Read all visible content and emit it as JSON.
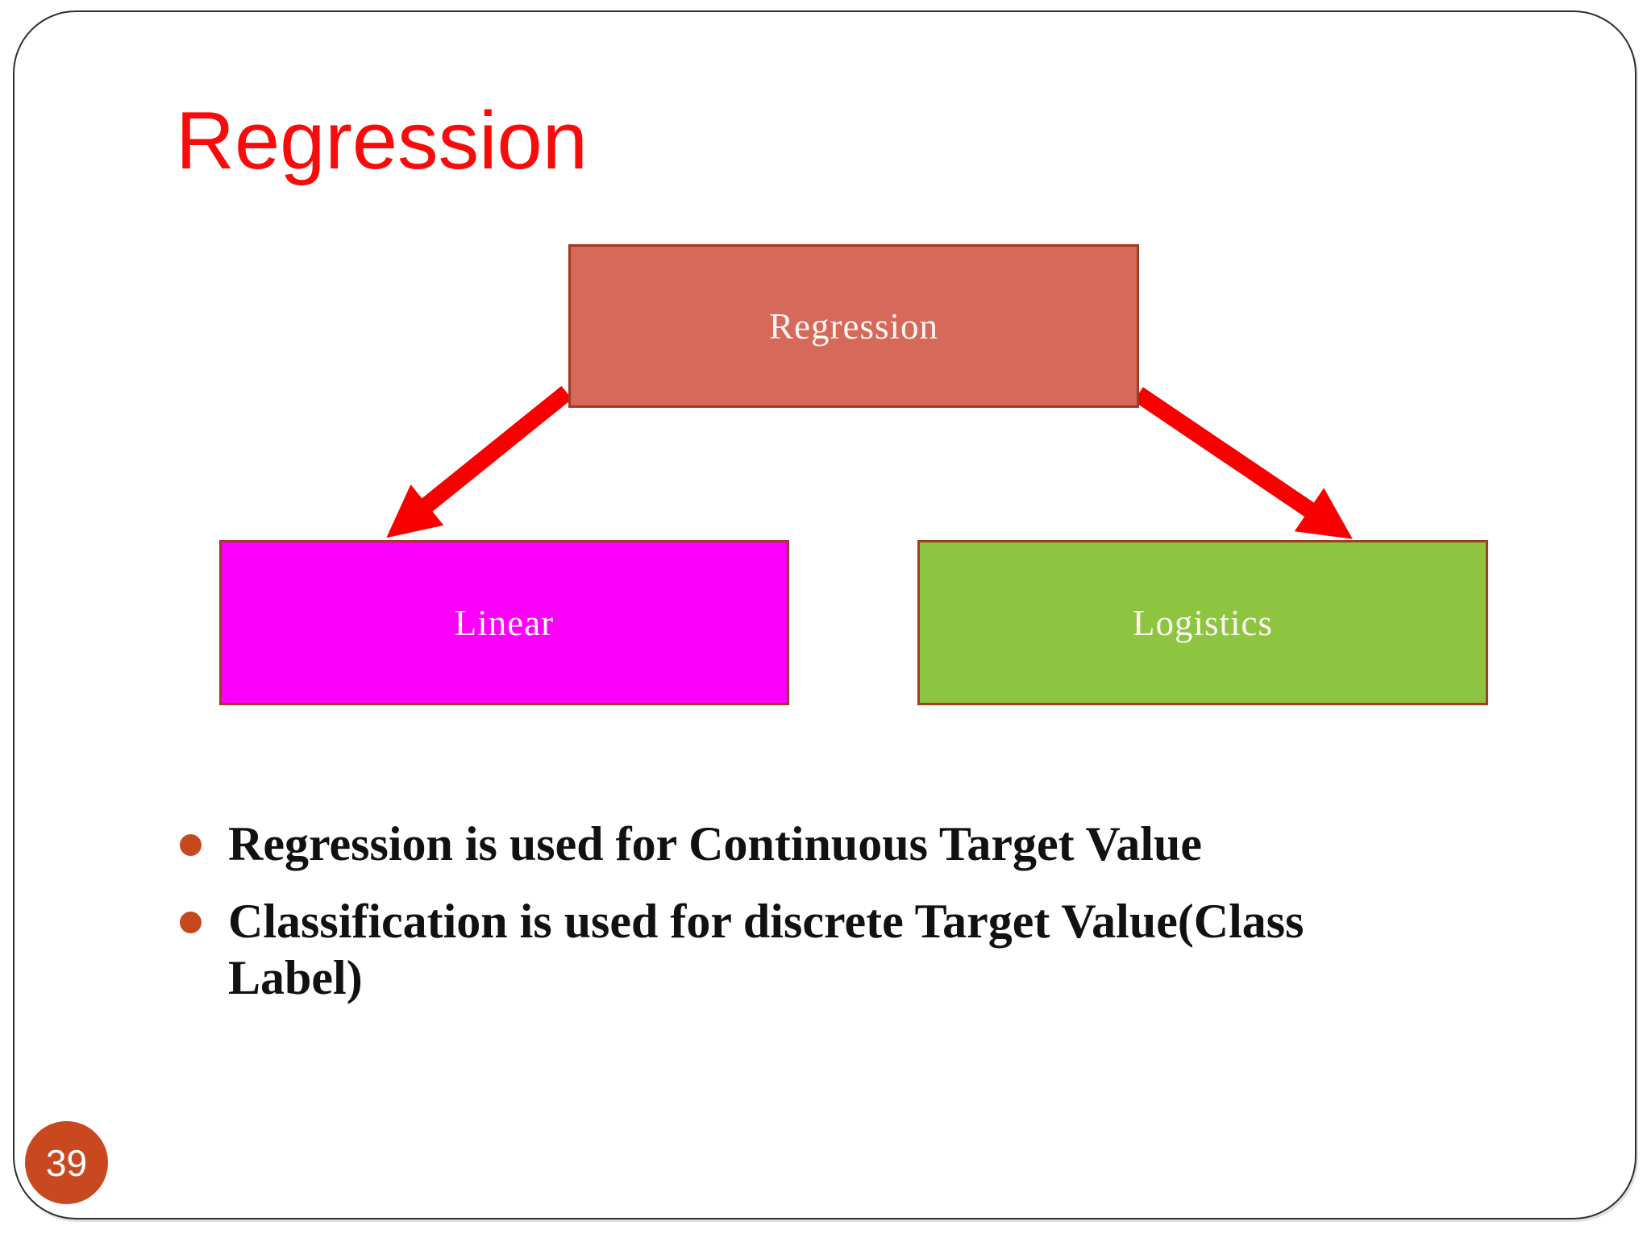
{
  "slide": {
    "title": "Regression",
    "page_number": "39"
  },
  "diagram": {
    "root": {
      "label": "Regression"
    },
    "children": [
      {
        "label": "Linear"
      },
      {
        "label": "Logistics"
      }
    ]
  },
  "bullets": [
    {
      "lines": [
        "Regression is used for Continuous Target Value"
      ]
    },
    {
      "lines": [
        "Classification is used for discrete Target Value(Class",
        "Label)"
      ]
    }
  ],
  "colors": {
    "title": "#fa0b0b",
    "root_box_fill": "#d6695a",
    "linear_box_fill": "#fb00fb",
    "logistics_box_fill": "#8dc540",
    "box_border": "#a23b22",
    "arrow": "#f80000",
    "bullet_marker": "#c44a1e",
    "bullet_text": "#111111",
    "page_circle": "#c8491f"
  }
}
